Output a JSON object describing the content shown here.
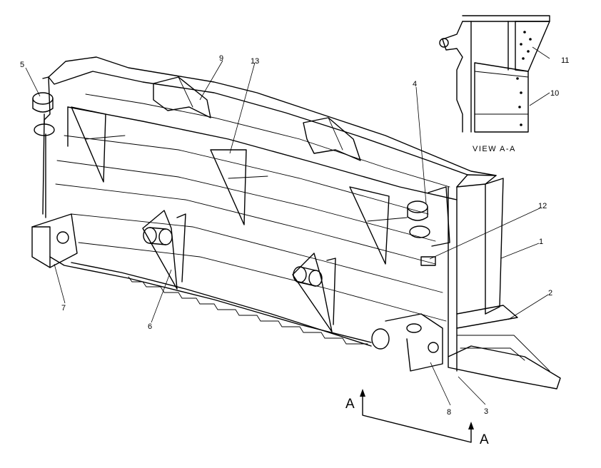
{
  "view_title": "VIEW A-A",
  "section_marks": [
    "A",
    "A"
  ],
  "callouts": {
    "c1": "1",
    "c2": "2",
    "c3": "3",
    "c4": "4",
    "c5": "5",
    "c6": "6",
    "c7": "7",
    "c8": "8",
    "c9": "9",
    "c10": "10",
    "c11": "11",
    "c12": "12",
    "c13": "13"
  }
}
